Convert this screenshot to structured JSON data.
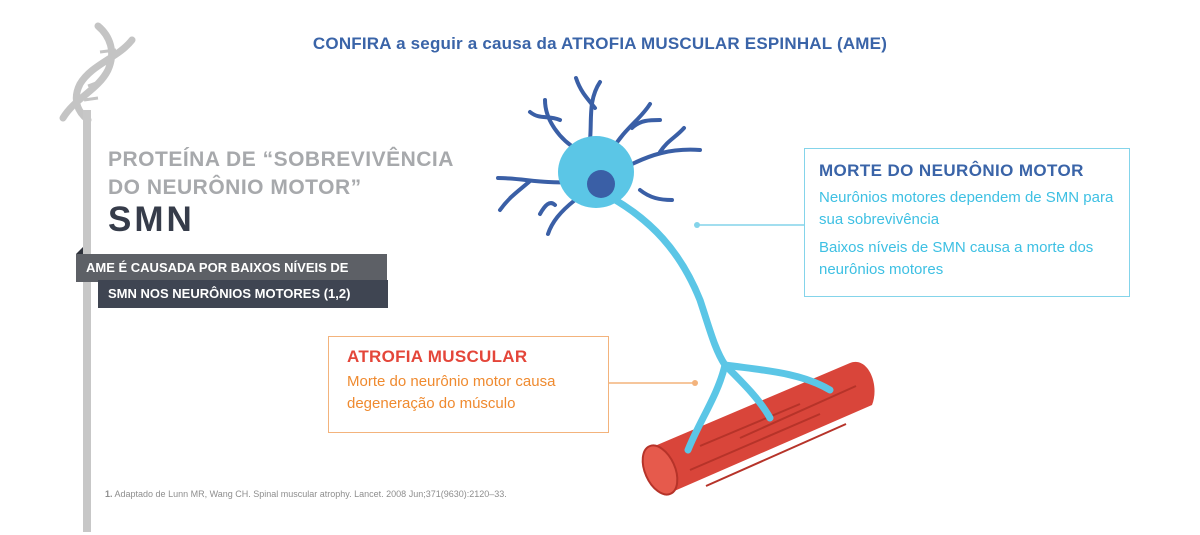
{
  "header": {
    "part1": "CONFIRA",
    "part2": " a seguir a causa da ",
    "part3": "ATROFIA MUSCULAR ESPINHAL (AME)"
  },
  "protein": {
    "line1": "PROTEÍNA DE “SOBREVIVÊNCIA",
    "line2": "DO NEURÔNIO MOTOR”",
    "abbr": "SMN"
  },
  "banner": {
    "line1": "AME É CAUSADA POR BAIXOS NÍVEIS DE",
    "line2": "SMN NOS NEURÔNIOS MOTORES (1,2)"
  },
  "motor_box": {
    "title": "MORTE DO NEURÔNIO MOTOR",
    "p1": "Neurônios motores dependem de SMN para sua sobrevivência",
    "p2": "Baixos níveis de SMN causa a morte dos neurônios motores"
  },
  "atrofia_box": {
    "title": "ATROFIA MUSCULAR",
    "p1": "Morte do neurônio motor causa degeneração do músculo"
  },
  "reference": {
    "num": "1.",
    "text": " Adaptado de Lunn MR, Wang CH. Spinal muscular atrophy. Lancet. 2008 Jun;371(9630):2120–33."
  },
  "colors": {
    "navy": "#3a64a8",
    "cyan": "#3ec0e3",
    "orange": "#ef8a2f",
    "red": "#e4463a",
    "muscle": "#d9453a",
    "grey": "#a7a9ac",
    "dark": "#363c4a"
  },
  "icons": [
    "dna-icon",
    "neuron-illustration",
    "muscle-fiber-illustration"
  ]
}
